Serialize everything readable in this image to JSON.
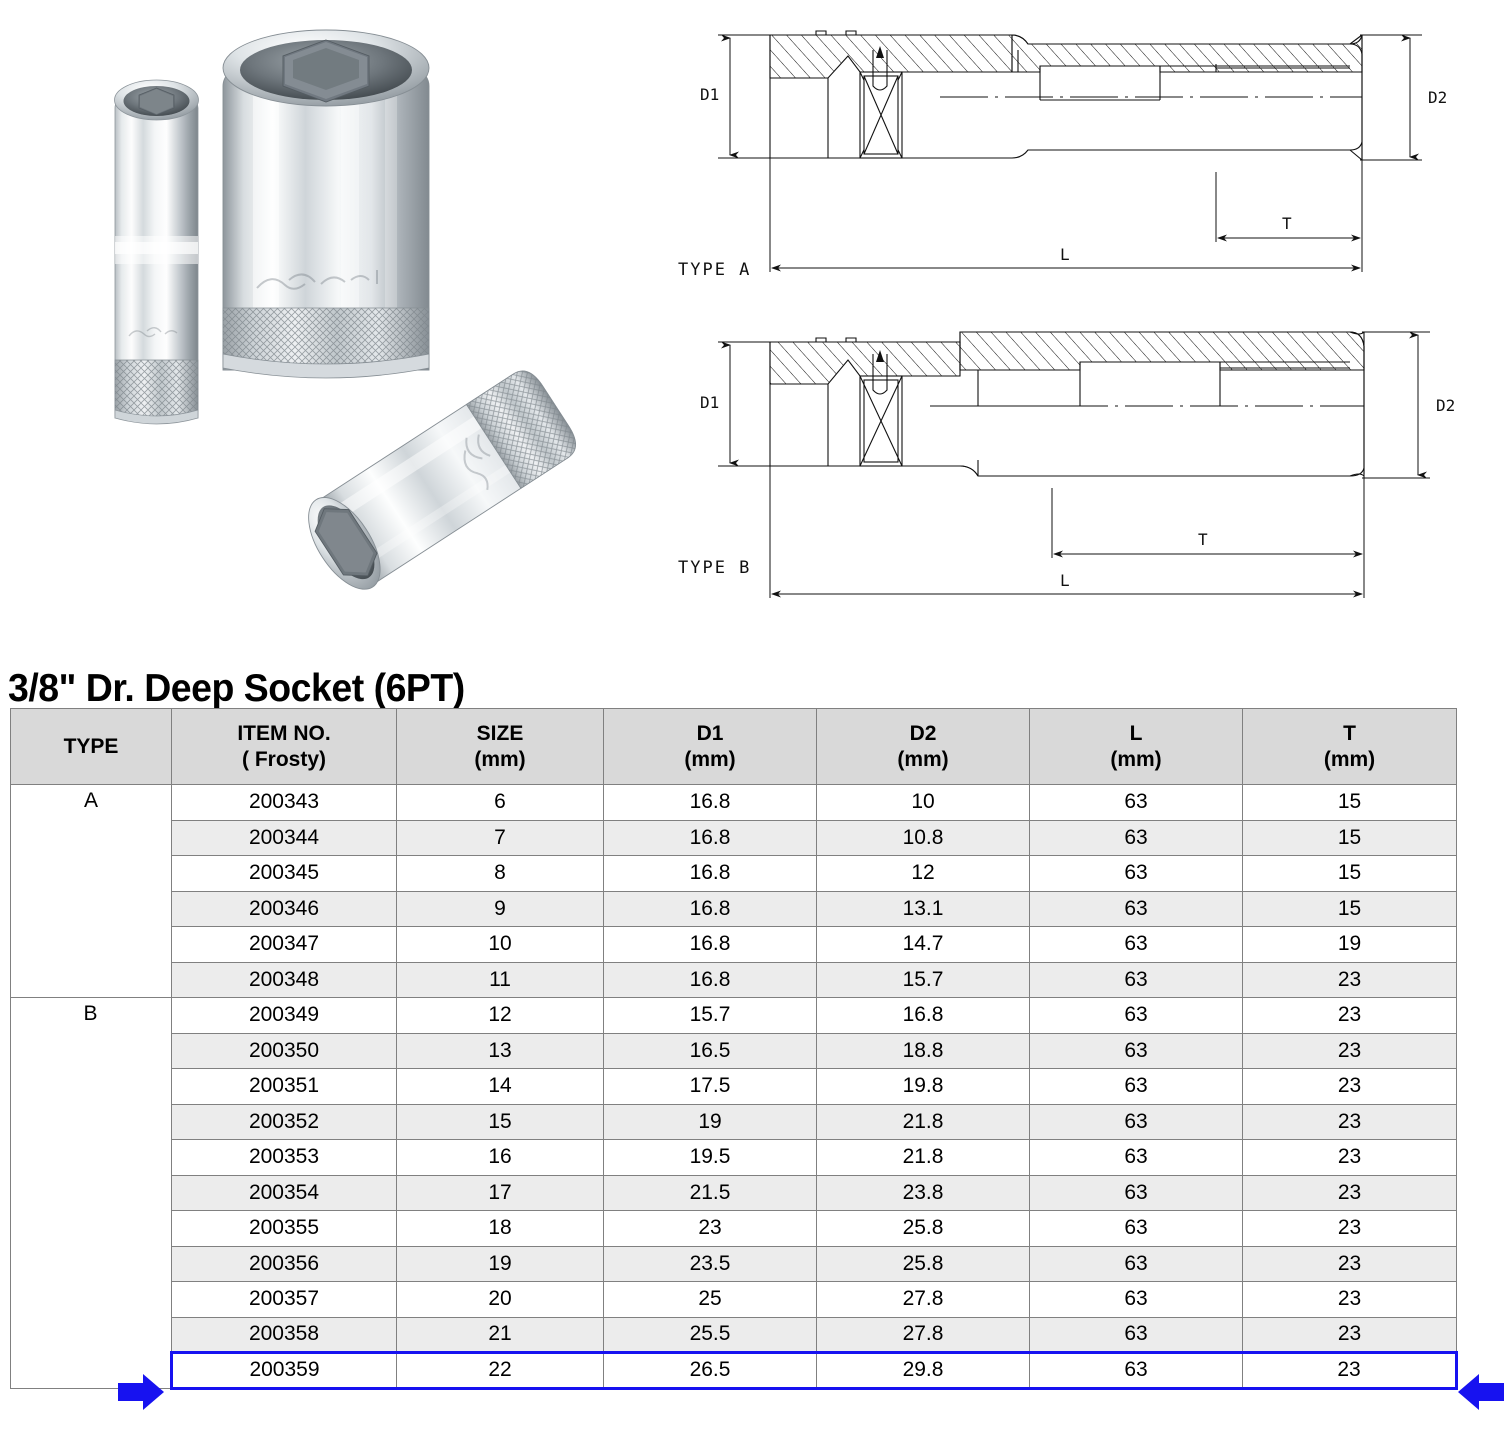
{
  "page": {
    "title": "3/8\" Dr. Deep Socket (6PT)"
  },
  "product_photo": {
    "alt": "Three chrome-plated 3/8 inch drive deep sockets with hexagonal 6-point openings and knurled grip bands",
    "items_shown": 3
  },
  "drawings": {
    "type_a": {
      "label": "TYPE A",
      "dimensions": {
        "d1": "D1",
        "d2": "D2",
        "l": "L",
        "t": "T"
      }
    },
    "type_b": {
      "label": "TYPE B",
      "dimensions": {
        "d1": "D1",
        "d2": "D2",
        "l": "L",
        "t": "T"
      }
    }
  },
  "table": {
    "columns": [
      {
        "key": "type",
        "header": "TYPE",
        "unit": ""
      },
      {
        "key": "item",
        "header": "ITEM NO.",
        "unit": "( Frosty)"
      },
      {
        "key": "size",
        "header": "SIZE",
        "unit": "(mm)"
      },
      {
        "key": "d1",
        "header": "D1",
        "unit": "(mm)"
      },
      {
        "key": "d2",
        "header": "D2",
        "unit": "(mm)"
      },
      {
        "key": "l",
        "header": "L",
        "unit": "(mm)"
      },
      {
        "key": "t",
        "header": "T",
        "unit": "(mm)"
      }
    ],
    "type_groups": [
      {
        "label": "A",
        "rowspan": 6
      },
      {
        "label": "B",
        "rowspan": 11
      }
    ],
    "rows": [
      {
        "item": "200343",
        "size": "6",
        "d1": "16.8",
        "d2": "10",
        "l": "63",
        "t": "15",
        "shaded": false,
        "highlight": false
      },
      {
        "item": "200344",
        "size": "7",
        "d1": "16.8",
        "d2": "10.8",
        "l": "63",
        "t": "15",
        "shaded": true,
        "highlight": false
      },
      {
        "item": "200345",
        "size": "8",
        "d1": "16.8",
        "d2": "12",
        "l": "63",
        "t": "15",
        "shaded": false,
        "highlight": false
      },
      {
        "item": "200346",
        "size": "9",
        "d1": "16.8",
        "d2": "13.1",
        "l": "63",
        "t": "15",
        "shaded": true,
        "highlight": false
      },
      {
        "item": "200347",
        "size": "10",
        "d1": "16.8",
        "d2": "14.7",
        "l": "63",
        "t": "19",
        "shaded": false,
        "highlight": false
      },
      {
        "item": "200348",
        "size": "11",
        "d1": "16.8",
        "d2": "15.7",
        "l": "63",
        "t": "23",
        "shaded": true,
        "highlight": false
      },
      {
        "item": "200349",
        "size": "12",
        "d1": "15.7",
        "d2": "16.8",
        "l": "63",
        "t": "23",
        "shaded": false,
        "highlight": false
      },
      {
        "item": "200350",
        "size": "13",
        "d1": "16.5",
        "d2": "18.8",
        "l": "63",
        "t": "23",
        "shaded": true,
        "highlight": false
      },
      {
        "item": "200351",
        "size": "14",
        "d1": "17.5",
        "d2": "19.8",
        "l": "63",
        "t": "23",
        "shaded": false,
        "highlight": false
      },
      {
        "item": "200352",
        "size": "15",
        "d1": "19",
        "d2": "21.8",
        "l": "63",
        "t": "23",
        "shaded": true,
        "highlight": false
      },
      {
        "item": "200353",
        "size": "16",
        "d1": "19.5",
        "d2": "21.8",
        "l": "63",
        "t": "23",
        "shaded": false,
        "highlight": false
      },
      {
        "item": "200354",
        "size": "17",
        "d1": "21.5",
        "d2": "23.8",
        "l": "63",
        "t": "23",
        "shaded": true,
        "highlight": false
      },
      {
        "item": "200355",
        "size": "18",
        "d1": "23",
        "d2": "25.8",
        "l": "63",
        "t": "23",
        "shaded": false,
        "highlight": false
      },
      {
        "item": "200356",
        "size": "19",
        "d1": "23.5",
        "d2": "25.8",
        "l": "63",
        "t": "23",
        "shaded": true,
        "highlight": false
      },
      {
        "item": "200357",
        "size": "20",
        "d1": "25",
        "d2": "27.8",
        "l": "63",
        "t": "23",
        "shaded": false,
        "highlight": false
      },
      {
        "item": "200358",
        "size": "21",
        "d1": "25.5",
        "d2": "27.8",
        "l": "63",
        "t": "23",
        "shaded": true,
        "highlight": false
      },
      {
        "item": "200359",
        "size": "22",
        "d1": "26.5",
        "d2": "29.8",
        "l": "63",
        "t": "23",
        "shaded": false,
        "highlight": true
      }
    ]
  },
  "highlight": {
    "color": "#1712f0",
    "left_arrow_direction": "right",
    "right_arrow_direction": "left"
  },
  "colors": {
    "header_bg": "#d9d9d9",
    "row_shade": "#ececec",
    "border": "#808080",
    "highlight": "#1712f0",
    "text": "#000000"
  }
}
